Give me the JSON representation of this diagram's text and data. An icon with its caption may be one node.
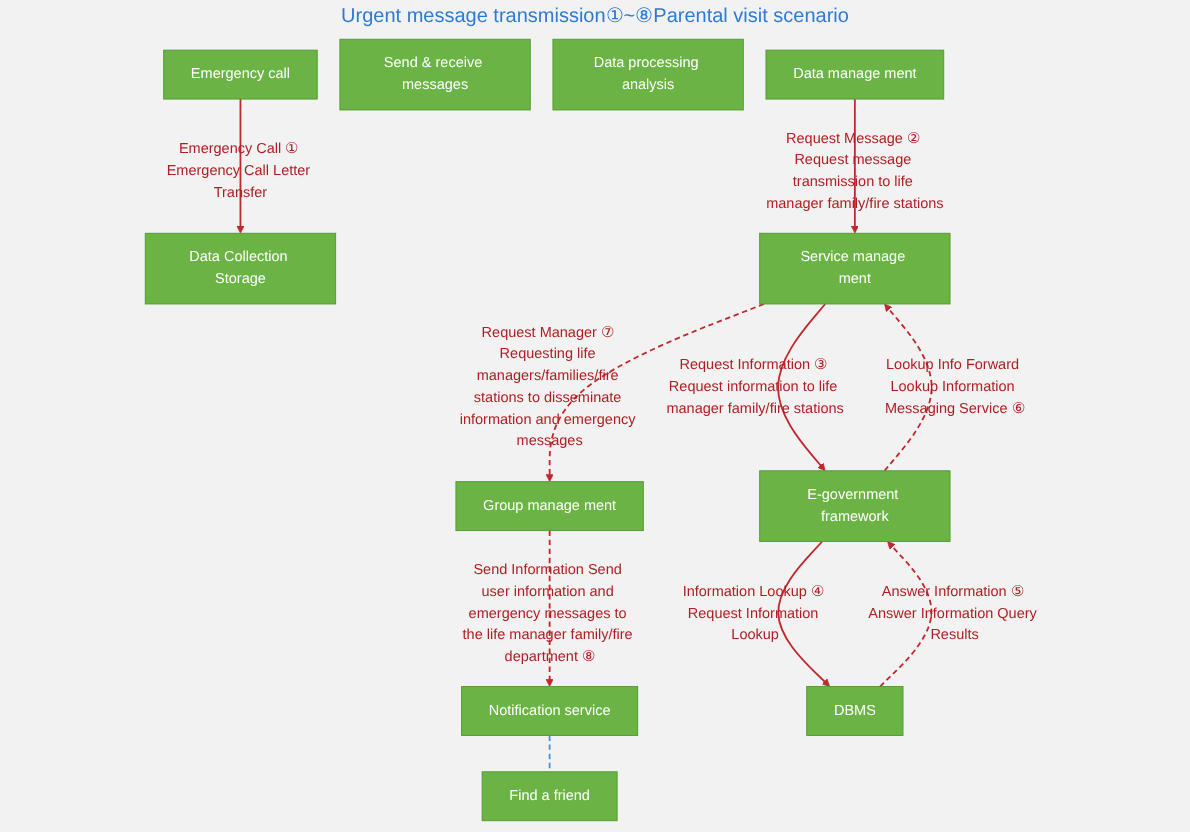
{
  "diagram": {
    "nodes": [
      {
        "text": [
          "Find a friend"
        ]
      },
      {
        "text": [
          "Emergency call"
        ]
      },
      {
        "text": [
          "Notification service"
        ]
      },
      {
        "text": [
          "Group manage ment"
        ]
      },
      {
        "text": [
          "Send & receive messages"
        ]
      },
      {
        "text": [
          "Data Collection Storage"
        ]
      },
      {
        "text": [
          "Data processing analysis"
        ]
      },
      {
        "text": [
          "Data manage ment"
        ]
      },
      {
        "text": [
          "Service manage ment"
        ]
      },
      {
        "text": [
          "E-government framework"
        ]
      },
      {
        "text": [
          "DBMS"
        ]
      }
    ],
    "edges": [
      {
        "from": 1,
        "to": 5,
        "arrow": "to",
        "label": "Emergency Call ① Emergency Call Letter Transfer"
      },
      {
        "from": 7,
        "to": 8,
        "arrow": "to",
        "label": "Request Message ② Request message transmission to life manager family/fire stations"
      },
      {
        "from": 8,
        "to": 9,
        "arrow": "to",
        "label": "Request Information ③ Request information to life manager family/fire stations"
      },
      {
        "from": 9,
        "to": 10,
        "arrow": "to",
        "label": "Information Lookup ④ Request Information Lookup"
      },
      {
        "from": 10,
        "to": 9,
        "arrow": "to",
        "style": "dashed",
        "label": "Answer Information ⑤ Answer Information Query Results"
      },
      {
        "from": 9,
        "to": 8,
        "arrow": "to",
        "style": "dashed",
        "label": "Lookup Info Forward Lookup Information Messaging Service ⑥"
      },
      {
        "from": 8,
        "to": 3,
        "arrow": "to",
        "style": "dashed",
        "label": "Request Manager ⑦ Requesting life managers/families/fire stations to disseminate information and emergency messages"
      },
      {
        "from": 3,
        "to": 2,
        "arrow": "to",
        "style": "dashed",
        "label": "Send Information Send user information and emergency messages to the life manager family/fire department ⑧"
      },
      {
        "from": 2,
        "to": 0,
        "arrow": "none",
        "style": "dashed",
        "color": "#4a90d9"
      }
    ],
    "labels": [
      "Urgent message transmission①~⑧Parental visit scenario"
    ]
  }
}
